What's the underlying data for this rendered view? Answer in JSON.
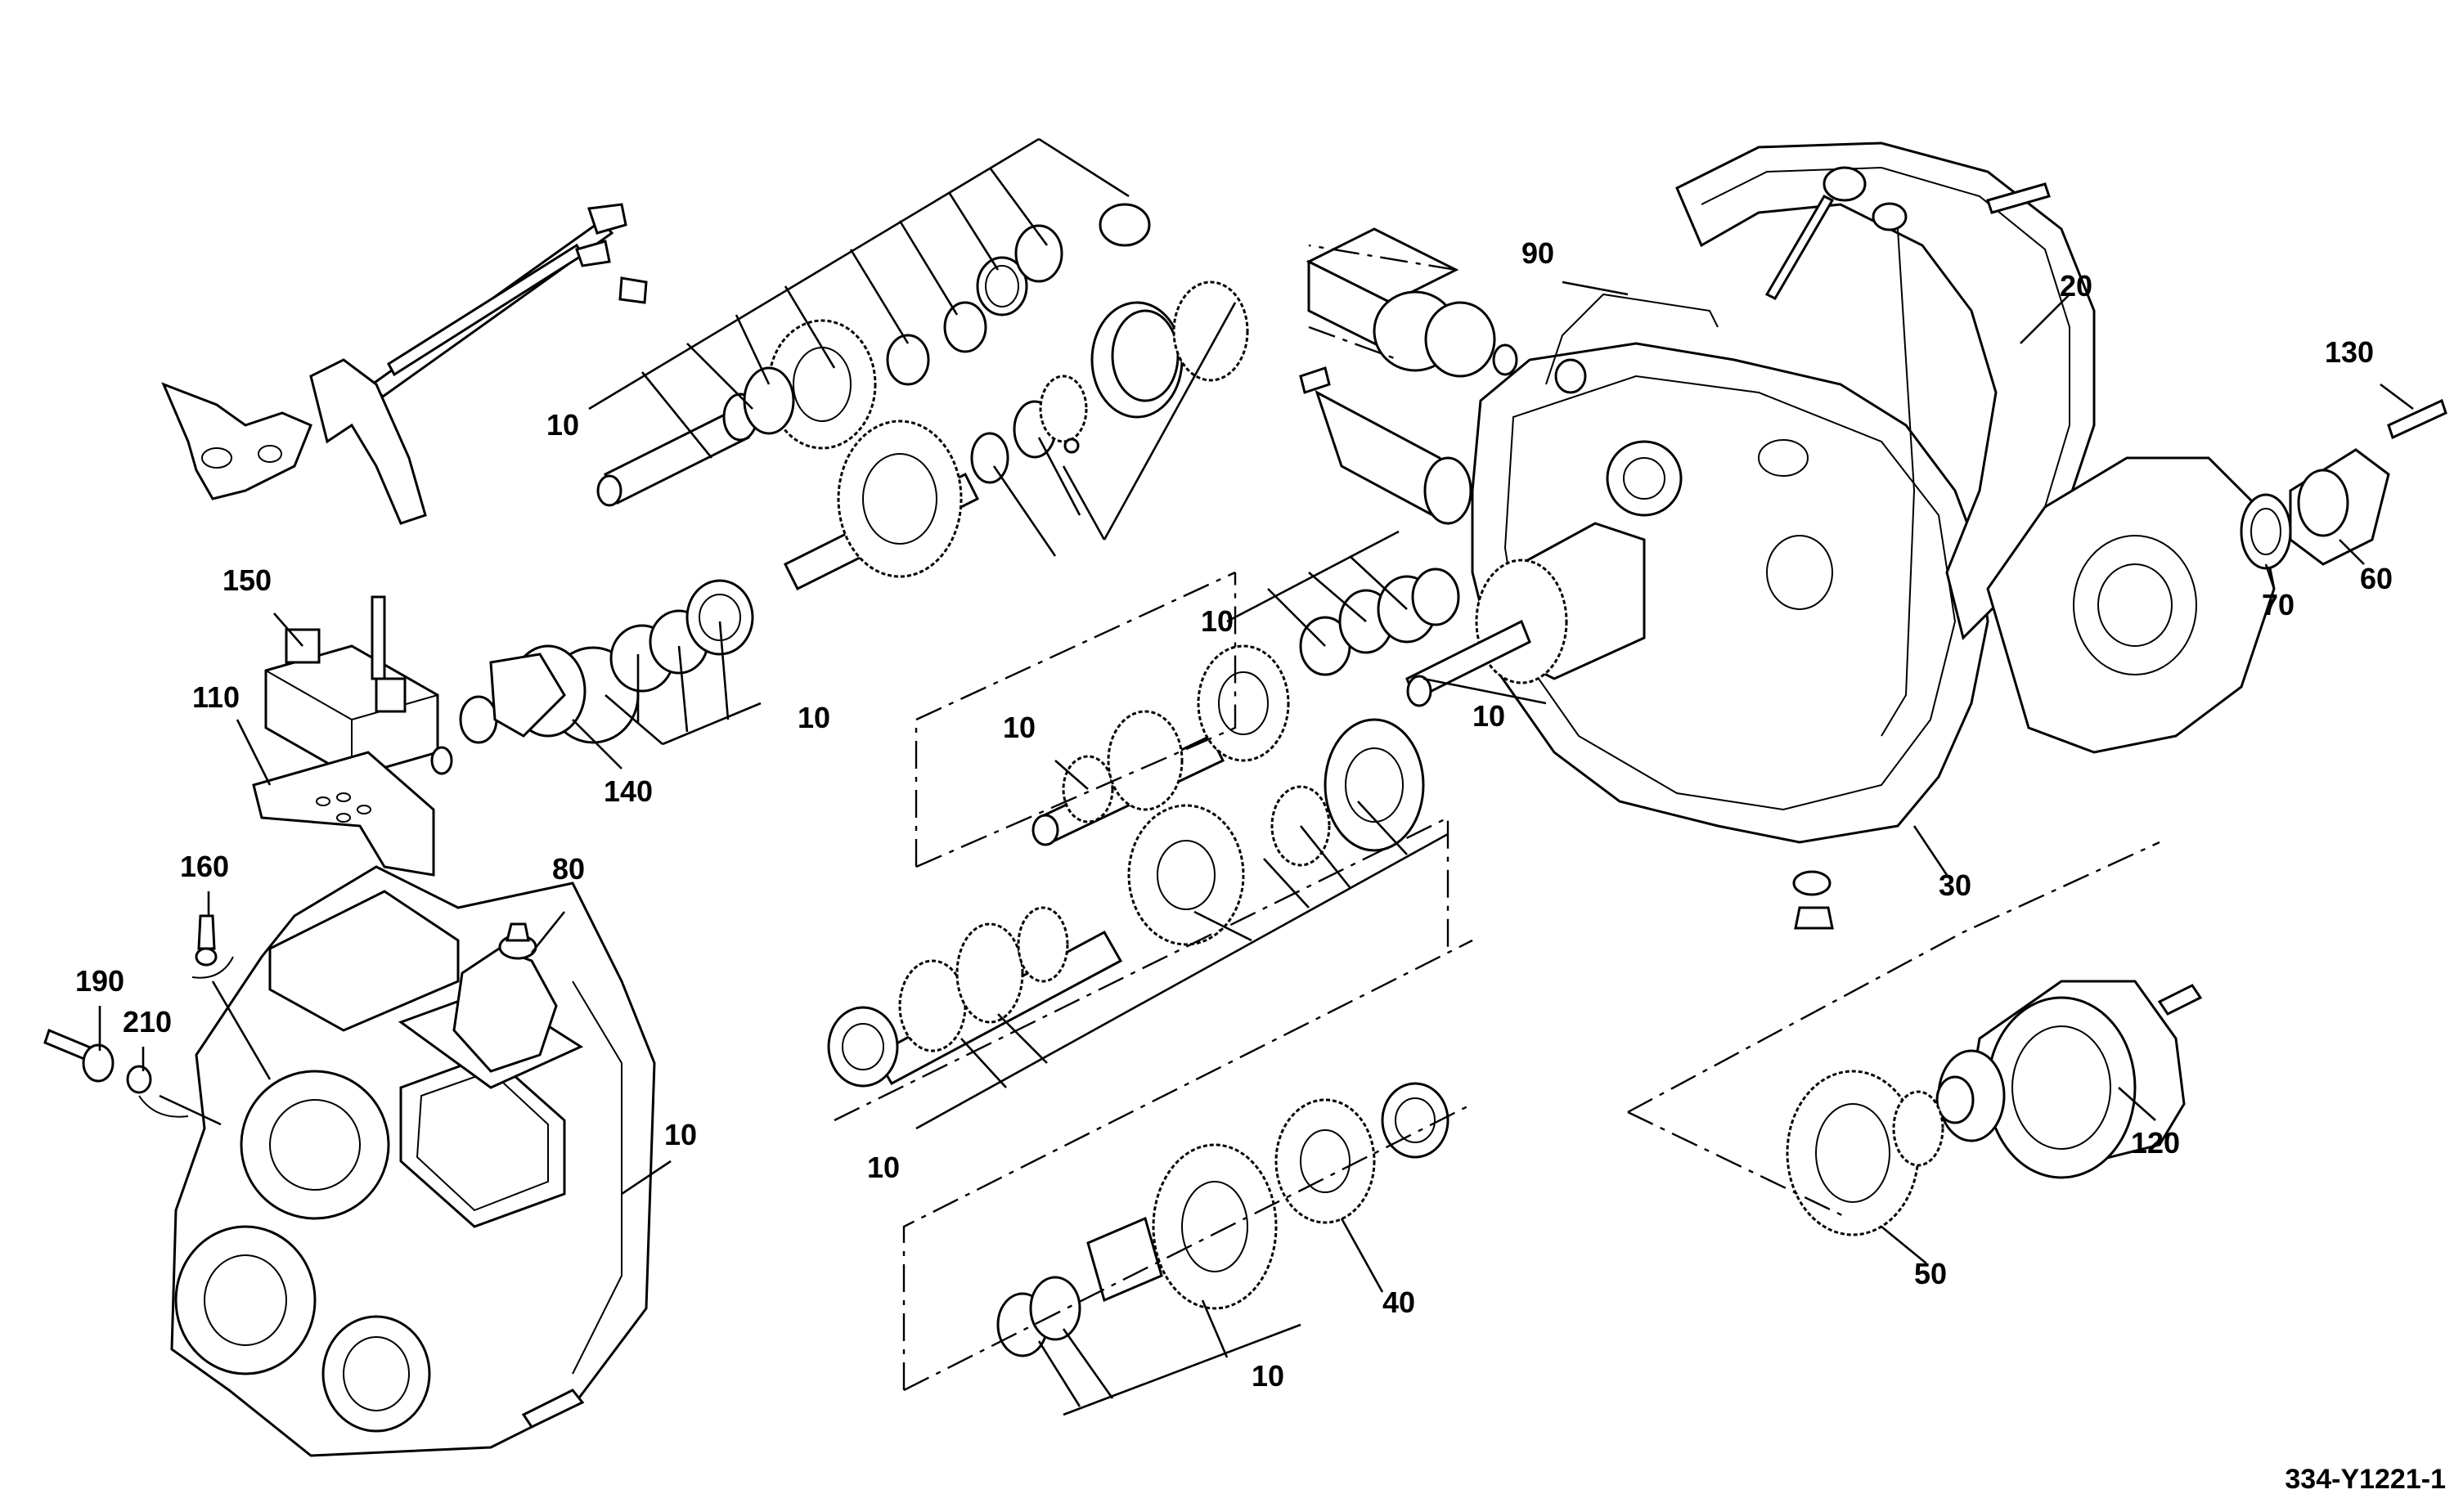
{
  "drawing": {
    "reference": "334-Y1221-1"
  },
  "callouts": [
    {
      "id": "c-10-a",
      "text": "10"
    },
    {
      "id": "c-10-b",
      "text": "10"
    },
    {
      "id": "c-10-c",
      "text": "10"
    },
    {
      "id": "c-10-d",
      "text": "10"
    },
    {
      "id": "c-10-e",
      "text": "10"
    },
    {
      "id": "c-10-f",
      "text": "10"
    },
    {
      "id": "c-10-g",
      "text": "10"
    },
    {
      "id": "c-10-h",
      "text": "10"
    },
    {
      "id": "c-10-i",
      "text": "10"
    },
    {
      "id": "c-20",
      "text": "20"
    },
    {
      "id": "c-30",
      "text": "30"
    },
    {
      "id": "c-40",
      "text": "40"
    },
    {
      "id": "c-50",
      "text": "50"
    },
    {
      "id": "c-60",
      "text": "60"
    },
    {
      "id": "c-70",
      "text": "70"
    },
    {
      "id": "c-80",
      "text": "80"
    },
    {
      "id": "c-90",
      "text": "90"
    },
    {
      "id": "c-110",
      "text": "110"
    },
    {
      "id": "c-120",
      "text": "120"
    },
    {
      "id": "c-130",
      "text": "130"
    },
    {
      "id": "c-140",
      "text": "140"
    },
    {
      "id": "c-150",
      "text": "150"
    },
    {
      "id": "c-160",
      "text": "160"
    },
    {
      "id": "c-190",
      "text": "190"
    },
    {
      "id": "c-210",
      "text": "210"
    }
  ]
}
